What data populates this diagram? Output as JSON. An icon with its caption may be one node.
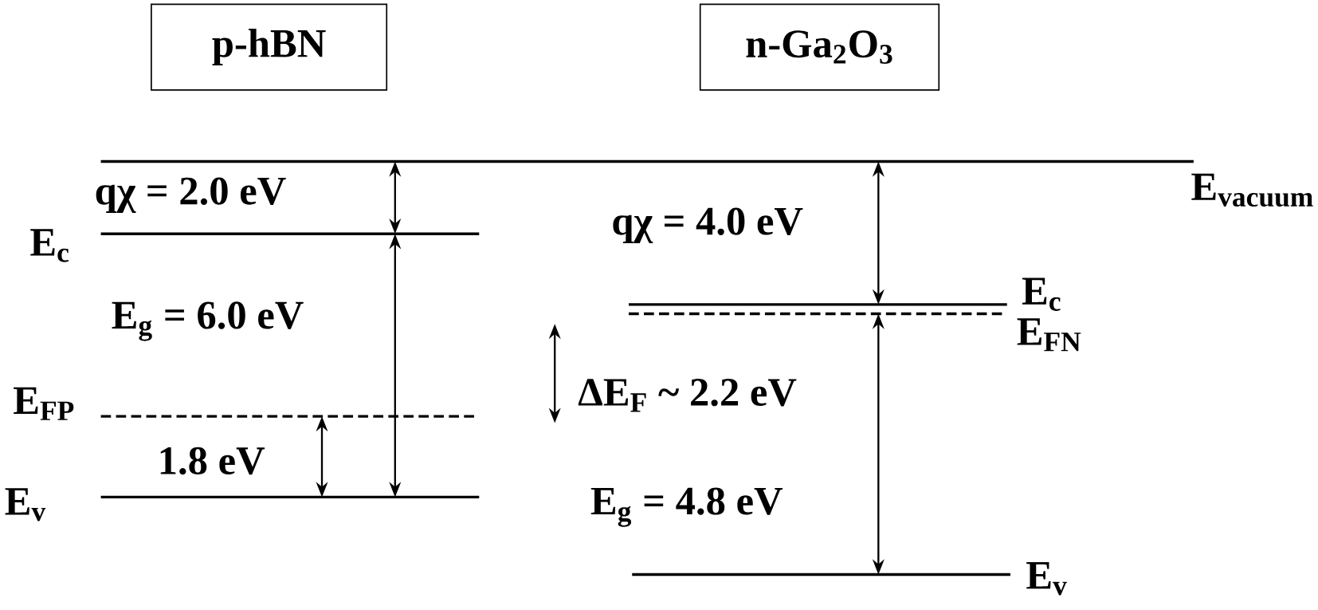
{
  "diagram": {
    "nodes": [
      {
        "text": [
          "p-hBN"
        ]
      },
      {
        "text": [
          "n-Ga$_{2}$O$_{3}$"
        ]
      }
    ],
    "labels": [
      "qχ = 2.0 eV",
      "E$_{vacuum}$",
      "E$_{c}$",
      "qχ = 4.0 eV",
      "E$_{g}$ = 6.0 eV",
      "E$_{c}$",
      "E$_{FN}$",
      "E$_{FP}$",
      "ΔE$_{F}$ ~ 2.2 eV",
      "1.8 eV",
      "E$_{v}$",
      "E$_{g}$ = 4.8 eV",
      "E$_{v}$"
    ]
  }
}
